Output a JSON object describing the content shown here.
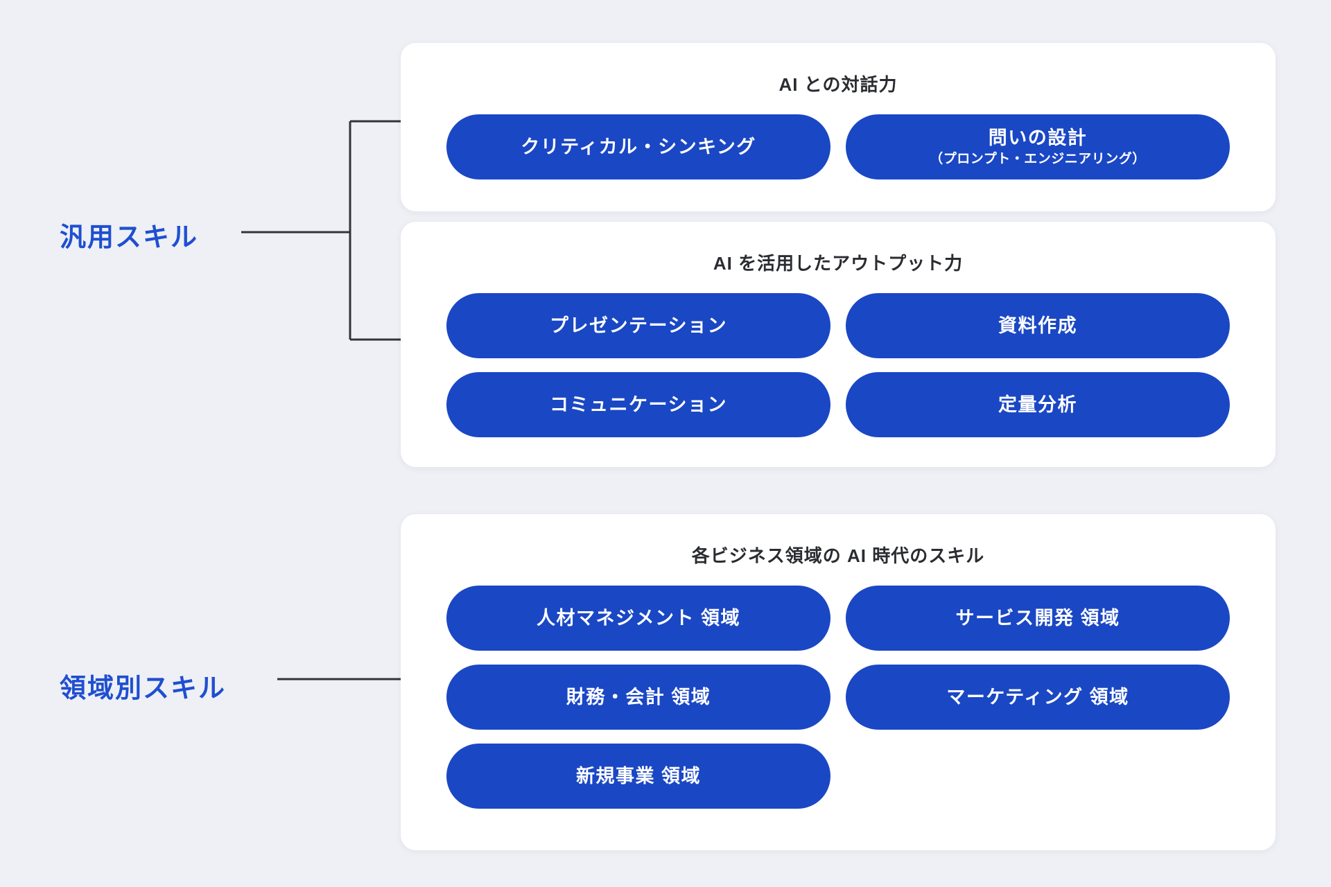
{
  "background_color": "#eef0f5",
  "accent_color": "#1a47c4",
  "label_color": "#1f4fd0",
  "card_color": "#ffffff",
  "connector_color": "#333438",
  "side_labels": [
    {
      "id": "general",
      "text": "汎用スキル"
    },
    {
      "id": "domain",
      "text": "領域別スキル"
    }
  ],
  "cards": [
    {
      "id": "dialogue",
      "title": "AI との対話力",
      "pills": [
        {
          "label": "クリティカル・シンキング",
          "sub": ""
        },
        {
          "label": "問いの設計",
          "sub": "（プロンプト・エンジニアリング）"
        }
      ]
    },
    {
      "id": "output",
      "title": "AI を活用したアウトプット力",
      "pills": [
        {
          "label": "プレゼンテーション",
          "sub": ""
        },
        {
          "label": "資料作成",
          "sub": ""
        },
        {
          "label": "コミュニケーション",
          "sub": ""
        },
        {
          "label": "定量分析",
          "sub": ""
        }
      ]
    },
    {
      "id": "domain",
      "title": "各ビジネス領域の AI 時代のスキル",
      "pills": [
        {
          "label": "人材マネジメント 領域",
          "sub": ""
        },
        {
          "label": "サービス開発 領域",
          "sub": ""
        },
        {
          "label": "財務・会計 領域",
          "sub": ""
        },
        {
          "label": "マーケティング 領域",
          "sub": ""
        },
        {
          "label": "新規事業 領域",
          "sub": ""
        }
      ]
    }
  ]
}
